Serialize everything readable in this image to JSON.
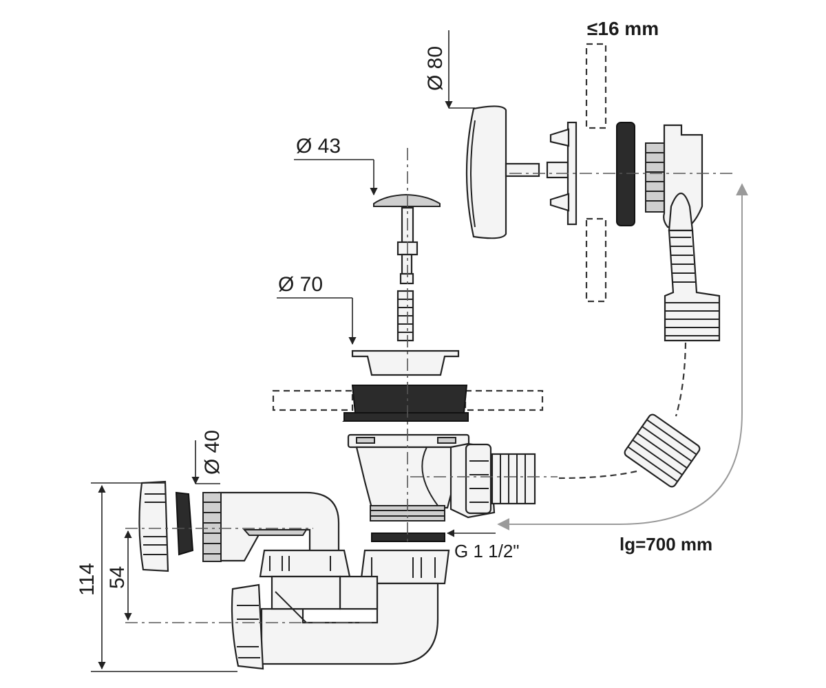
{
  "dimensions": {
    "d80": "Ø 80",
    "d43": "Ø 43",
    "d70": "Ø 70",
    "d40": "Ø 40",
    "max16": "≤16 mm",
    "h114": "114",
    "h54": "54",
    "thread": "G 1 1/2\"",
    "length": "lg=700 mm"
  },
  "colors": {
    "line": "#222222",
    "guide_arrow": "#9a9a9a"
  }
}
